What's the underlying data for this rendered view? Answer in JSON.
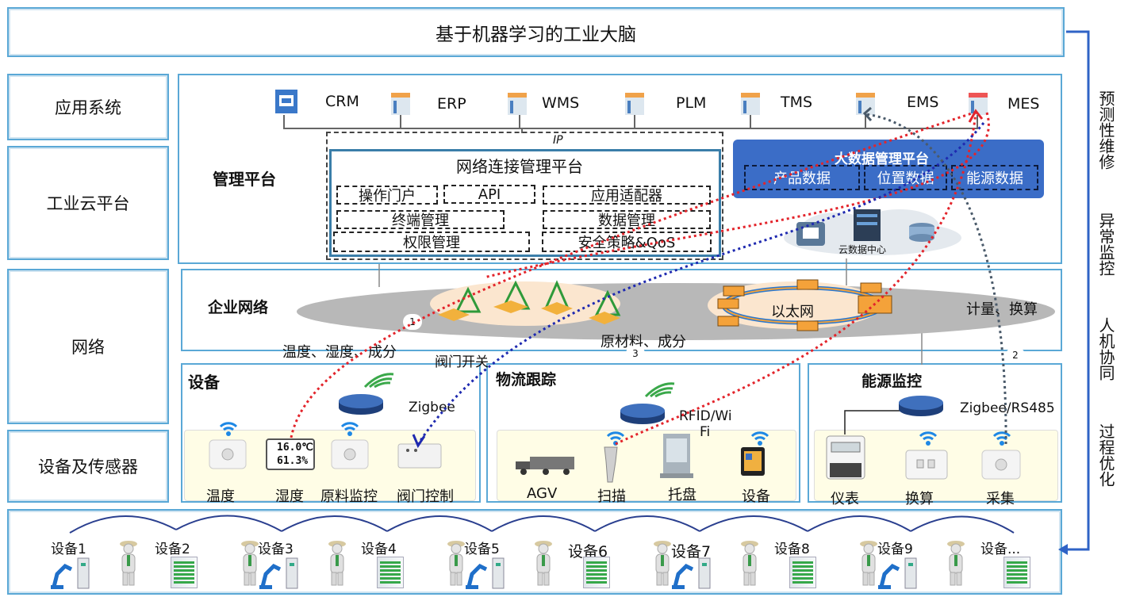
{
  "title": "基于机器学习的工业大脑",
  "layers": {
    "app": "应用系统",
    "cloud": "工业云平台",
    "network": "网络",
    "device": "设备及传感器"
  },
  "apps": [
    "CRM",
    "ERP",
    "WMS",
    "PLM",
    "TMS",
    "EMS",
    "MES"
  ],
  "mgmt": {
    "label": "管理平台",
    "ip": "IP",
    "netplatform": {
      "title": "网络连接管理平台",
      "items": [
        "操作门户",
        "API",
        "应用适配器",
        "终端管理",
        "数据管理",
        "权限管理",
        "安全策略&QoS"
      ]
    },
    "bigdata": {
      "title": "大数据管理平台",
      "items": [
        "产品数据",
        "位置数据",
        "能源数据"
      ]
    },
    "datacenter": "云数据中心"
  },
  "network": {
    "label": "企业网络",
    "ethernet": "以太网",
    "measure": "计量、换算",
    "temp": "温度、湿度、成分",
    "valve": "阀门开关",
    "material": "原材料、成分",
    "markers": [
      "1",
      "2",
      "3"
    ]
  },
  "equipment": {
    "title": "设备",
    "protocol": "Zigbee",
    "items": [
      "温度",
      "湿度",
      "原料监控",
      "阀门控制"
    ],
    "display": [
      "16.0℃",
      "61.3%"
    ]
  },
  "logistics": {
    "title": "物流跟踪",
    "protocol": "RFID/Wi\nFi",
    "protocol1": "RFID/Wi",
    "protocol2": "Fi",
    "items": [
      "AGV",
      "扫描",
      "托盘",
      "设备"
    ]
  },
  "energy": {
    "title": "能源监控",
    "protocol": "Zigbee/RS485",
    "items": [
      "仪表",
      "换算",
      "采集"
    ]
  },
  "devices": [
    "设备1",
    "设备2",
    "设备3",
    "设备4",
    "设备5",
    "设备6",
    "设备7",
    "设备8",
    "设备9",
    "设备..."
  ],
  "side": [
    "预测性维修",
    "异常监控",
    "人机协同",
    "过程优化"
  ],
  "colors": {
    "border": "#5aa8d6",
    "bigdata": "#3b6dc7",
    "red": "#e3242b",
    "blue": "#1f2ab0",
    "gray": "#4a5a6a"
  }
}
